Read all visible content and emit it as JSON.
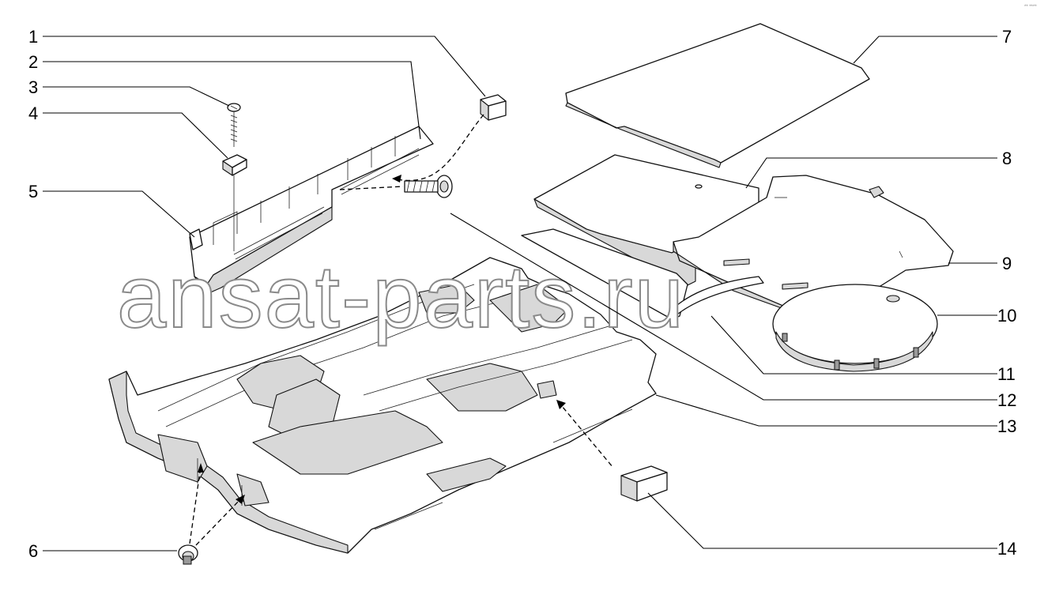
{
  "diagram": {
    "watermark": "ansat-parts.ru",
    "corner_mark": "** ****",
    "callouts": [
      {
        "id": "1",
        "text": "1"
      },
      {
        "id": "2",
        "text": "2"
      },
      {
        "id": "3",
        "text": "3"
      },
      {
        "id": "4",
        "text": "4"
      },
      {
        "id": "5",
        "text": "5"
      },
      {
        "id": "6",
        "text": "6"
      },
      {
        "id": "7",
        "text": "7"
      },
      {
        "id": "8",
        "text": "8"
      },
      {
        "id": "9",
        "text": "9"
      },
      {
        "id": "10",
        "text": "10"
      },
      {
        "id": "11",
        "text": "11"
      },
      {
        "id": "12",
        "text": "12"
      },
      {
        "id": "13",
        "text": "13"
      },
      {
        "id": "14",
        "text": "14"
      }
    ]
  }
}
